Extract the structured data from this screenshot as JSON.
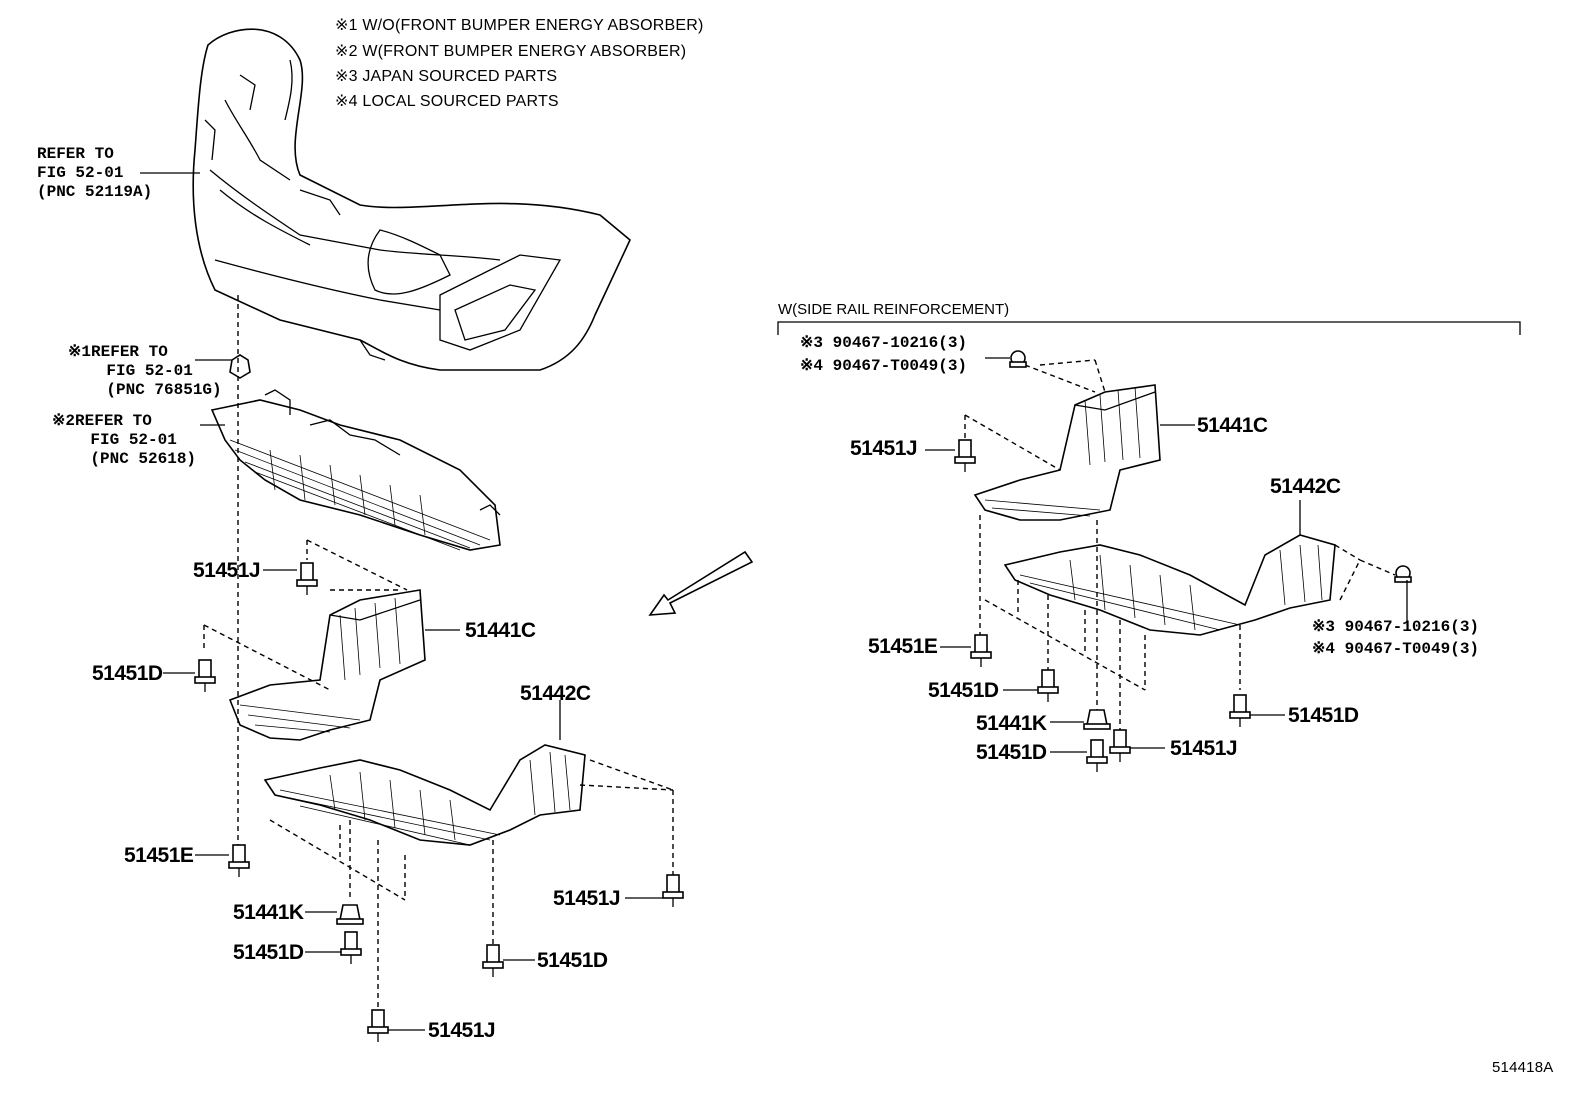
{
  "notes": [
    "※1 W/O(FRONT BUMPER ENERGY ABSORBER)",
    "※2 W(FRONT BUMPER ENERGY ABSORBER)",
    "※3 JAPAN SOURCED PARTS",
    "※4 LOCAL SOURCED PARTS"
  ],
  "refs": {
    "bumper": "REFER TO\nFIG 52-01\n(PNC 52119A)",
    "ref1": "※1REFER TO\n    FIG 52-01\n    (PNC 76851G)",
    "ref2": "※2REFER TO\n    FIG 52-01\n    (PNC 52618)"
  },
  "left_labels": {
    "j_top": "51451J",
    "c441": "51441C",
    "d_mid": "51451D",
    "c442": "51442C",
    "e": "51451E",
    "j_right": "51451J",
    "k": "51441K",
    "d_low": "51451D",
    "d_right": "51451D",
    "j_bottom": "51451J"
  },
  "box_title": "W(SIDE RAIL REINFORCEMENT)",
  "right_labels": {
    "clip_top_3": "※3 90467-10216(3)",
    "clip_top_4": "※4 90467-T0049(3)",
    "j_top": "51451J",
    "c441": "51441C",
    "c442": "51442C",
    "clip_r_3": "※3 90467-10216(3)",
    "clip_r_4": "※4 90467-T0049(3)",
    "e": "51451E",
    "d_mid": "51451D",
    "k": "51441K",
    "d_low": "51451D",
    "j_bottom": "51451J",
    "d_right": "51451D"
  },
  "figure_id": "514418A"
}
